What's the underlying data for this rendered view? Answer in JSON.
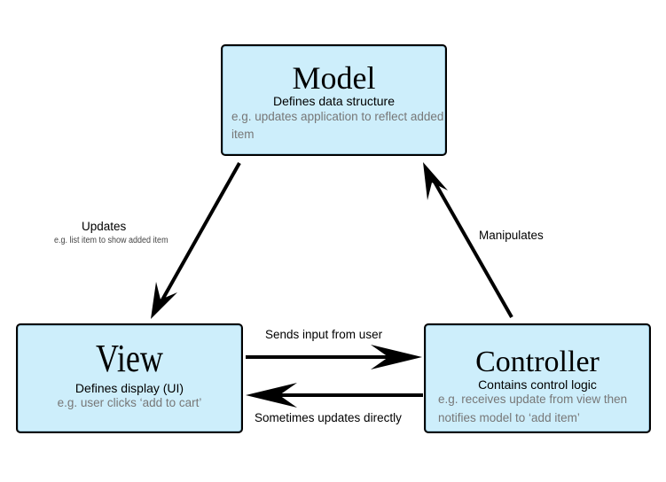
{
  "nodes": {
    "model": {
      "title": "Model",
      "subtitle": "Defines data structure",
      "example": "e.g. updates application to reflect added item"
    },
    "view": {
      "title": "View",
      "subtitle": "Defines display (UI)",
      "example": "e.g. user clicks ‘add to cart’"
    },
    "controller": {
      "title": "Controller",
      "subtitle": "Contains control logic",
      "example": "e.g. receives update from view then notifies model to ‘add item’"
    }
  },
  "edges": {
    "updates": {
      "label": "Updates",
      "example": "e.g. list item to show added item"
    },
    "manipulates": {
      "label": "Manipulates"
    },
    "sends_input": {
      "label": "Sends input from user"
    },
    "sometimes_updates": {
      "label": "Sometimes updates directly"
    }
  },
  "colors": {
    "box_fill": "#cdeefb",
    "box_border": "#000000",
    "example_text": "#777777"
  }
}
